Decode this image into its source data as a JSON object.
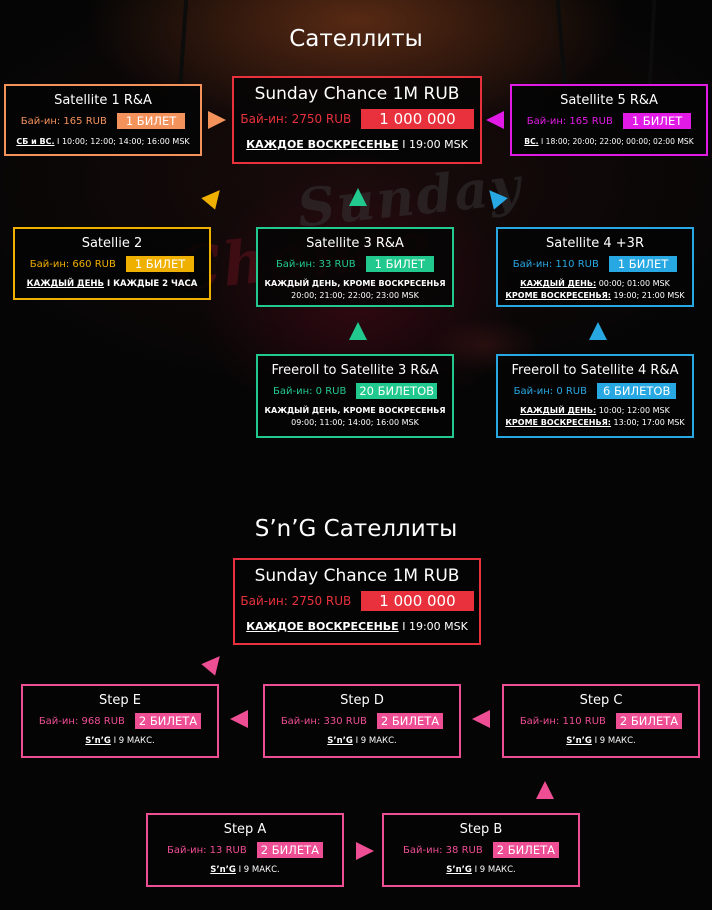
{
  "colors": {
    "red": "#e8313c",
    "orange": "#f4925c",
    "magenta": "#e21ae6",
    "yellow": "#f0b000",
    "green": "#22c98f",
    "blue": "#28a8e2",
    "pink": "#ee4e94"
  },
  "section1": {
    "title": "Сателлиты",
    "main": {
      "name": "Sunday Chance 1M RUB",
      "buyin": "Бай-ин: 2750 RUB",
      "prize": "1 000 000",
      "schedule_day": "КАЖДОЕ ВОСКРЕСЕНЬЕ",
      "schedule_time": " I 19:00 MSK"
    },
    "sat1": {
      "name": "Satellite 1 R&A",
      "buyin": "Бай-ин: 165 RUB",
      "badge": "1 БИЛЕТ",
      "schedule_day": "СБ и ВС.",
      "schedule_time": " I 10:00; 12:00; 14:00; 16:00 MSK"
    },
    "sat5": {
      "name": "Satellite 5 R&A",
      "buyin": "Бай-ин: 165 RUB",
      "badge": "1 БИЛЕТ",
      "schedule_day": "ВС.",
      "schedule_time": " I 18:00; 20:00; 22:00; 00:00; 02:00 MSK"
    },
    "sat2": {
      "name": "Satellie 2",
      "buyin": "Бай-ин: 660 RUB",
      "badge": "1 БИЛЕТ",
      "schedule_day": "КАЖДЫЙ ДЕНЬ",
      "schedule_time": " I КАЖДЫЕ 2 ЧАСА"
    },
    "sat3": {
      "name": "Satellite 3 R&A",
      "buyin": "Бай-ин: 33 RUB",
      "badge": "1 БИЛЕТ",
      "schedule_line1": "КАЖДЫЙ ДЕНЬ, КРОМЕ ВОСКРЕСЕНЬЯ",
      "schedule_line2": "20:00; 21:00; 22:00; 23:00 MSK"
    },
    "sat4": {
      "name": "Satellite 4 +3R",
      "buyin": "Бай-ин: 110 RUB",
      "badge": "1 БИЛЕТ",
      "schedule_day1": "КАЖДЫЙ ДЕНЬ:",
      "schedule_time1": " 00:00; 01:00 MSK",
      "schedule_day2": "КРОМЕ ВОСКРЕСЕНЬЯ:",
      "schedule_time2": " 19:00; 21:00 MSK"
    },
    "free3": {
      "name": "Freeroll to Satellite 3 R&A",
      "buyin": "Бай-ин: 0 RUB",
      "badge": "20 БИЛЕТОВ",
      "schedule_line1": "КАЖДЫЙ ДЕНЬ, КРОМЕ ВОСКРЕСЕНЬЯ",
      "schedule_line2": "09:00; 11:00; 14:00; 16:00 MSK"
    },
    "free4": {
      "name": "Freeroll to Satellite 4 R&A",
      "buyin": "Бай-ин: 0 RUB",
      "badge": "6 БИЛЕТОВ",
      "schedule_day1": "КАЖДЫЙ ДЕНЬ:",
      "schedule_time1": " 10:00; 12:00 MSK",
      "schedule_day2": "КРОМЕ ВОСКРЕСЕНЬЯ:",
      "schedule_time2": " 13:00; 17:00 MSK"
    }
  },
  "section2": {
    "title": "S’n’G Сателлиты",
    "main": {
      "name": "Sunday Chance 1M RUB",
      "buyin": "Бай-ин: 2750 RUB",
      "prize": "1 000 000",
      "schedule_day": "КАЖДОЕ ВОСКРЕСЕНЬЕ",
      "schedule_time": " I 19:00 MSK"
    },
    "stepE": {
      "name": "Step E",
      "buyin": "Бай-ин: 968 RUB",
      "badge": "2 БИЛЕТА",
      "type": "S’n’G",
      "max": " I 9 МАКС."
    },
    "stepD": {
      "name": "Step D",
      "buyin": "Бай-ин: 330 RUB",
      "badge": "2 БИЛЕТА",
      "type": "S’n’G",
      "max": " I 9 МАКС."
    },
    "stepC": {
      "name": "Step C",
      "buyin": "Бай-ин: 110 RUB",
      "badge": "2 БИЛЕТА",
      "type": "S’n’G",
      "max": " I 9 МАКС."
    },
    "stepA": {
      "name": "Step A",
      "buyin": "Бай-ин: 13 RUB",
      "badge": "2 БИЛЕТА",
      "type": "S’n’G",
      "max": " I 9 МАКС."
    },
    "stepB": {
      "name": "Step B",
      "buyin": "Бай-ин: 38 RUB",
      "badge": "2 БИЛЕТА",
      "type": "S’n’G",
      "max": " I 9 МАКС."
    }
  }
}
